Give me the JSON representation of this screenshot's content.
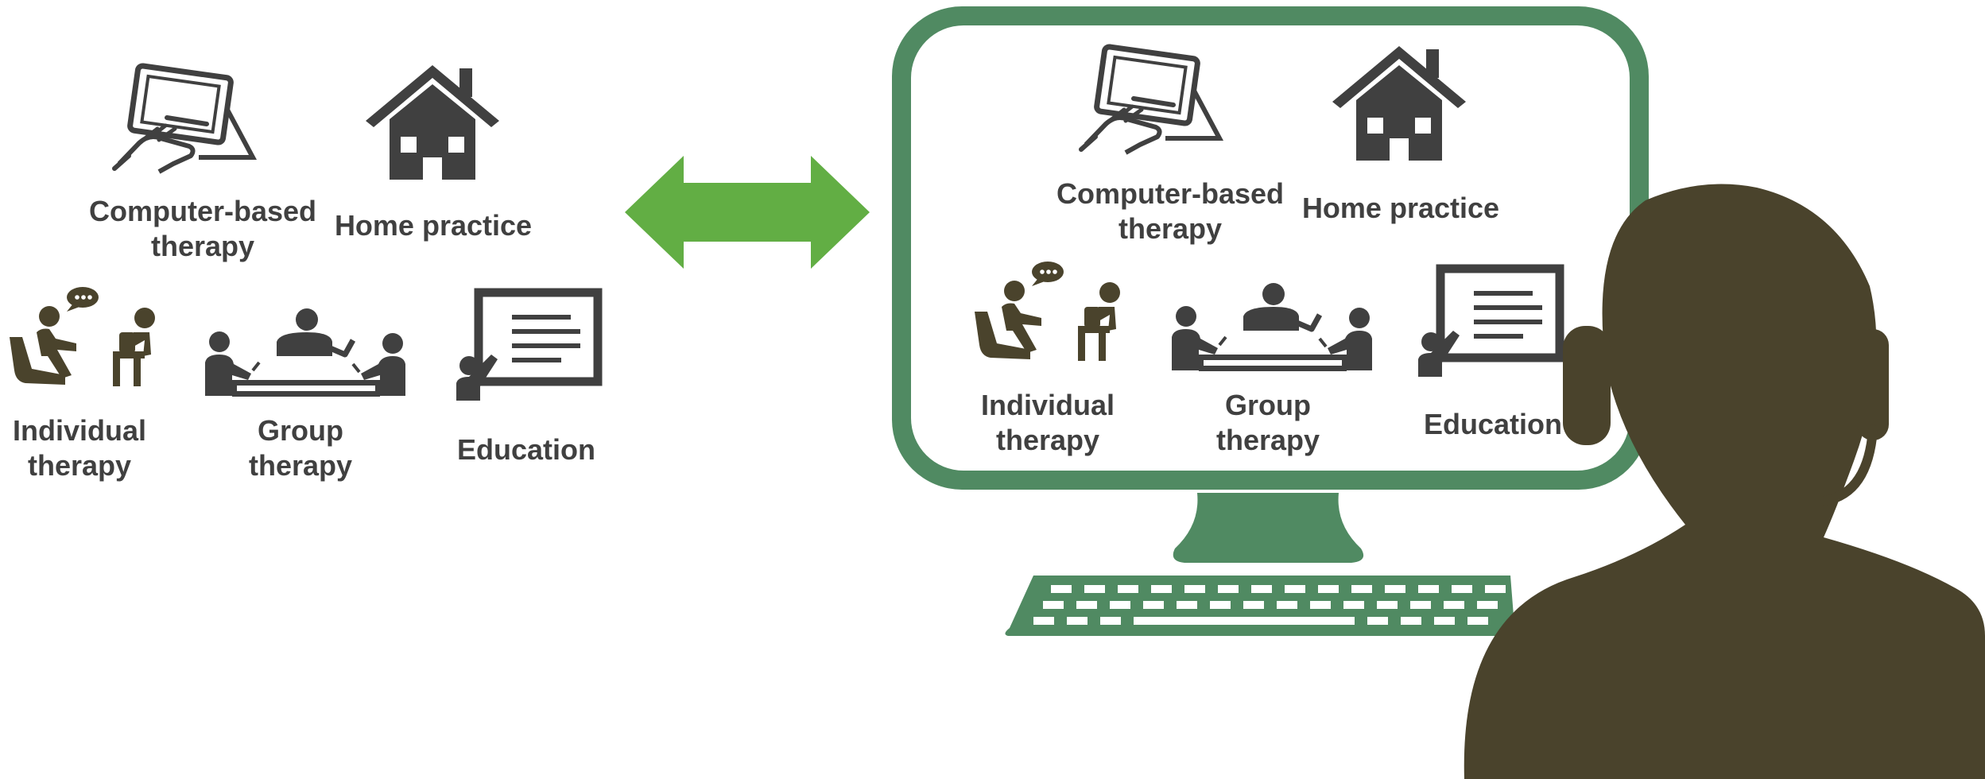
{
  "colors": {
    "icon_dark": "#404040",
    "icon_olive": "#4a432c",
    "monitor_green": "#508a62",
    "arrow_green": "#62ae44",
    "person_olive": "#4a432c",
    "background": "#ffffff"
  },
  "left_group": {
    "computer_label_line1": "Computer-based",
    "computer_label_line2": "therapy",
    "home_label": "Home practice",
    "individual_label_line1": "Individual",
    "individual_label_line2": "therapy",
    "group_label_line1": "Group",
    "group_label_line2": "therapy",
    "education_label": "Education"
  },
  "screen_group": {
    "computer_label_line1": "Computer-based",
    "computer_label_line2": "therapy",
    "home_label": "Home practice",
    "individual_label_line1": "Individual",
    "individual_label_line2": "therapy",
    "group_label_line1": "Group",
    "group_label_line2": "therapy",
    "education_label": "Education"
  },
  "icons": {
    "tablet": "tablet-touch-icon",
    "house": "house-icon",
    "individual": "individual-therapy-icon",
    "group": "group-therapy-icon",
    "education": "presentation-board-icon",
    "arrow": "double-arrow-icon",
    "monitor": "monitor-icon",
    "keyboard": "keyboard-icon",
    "person": "person-with-headset-icon"
  }
}
